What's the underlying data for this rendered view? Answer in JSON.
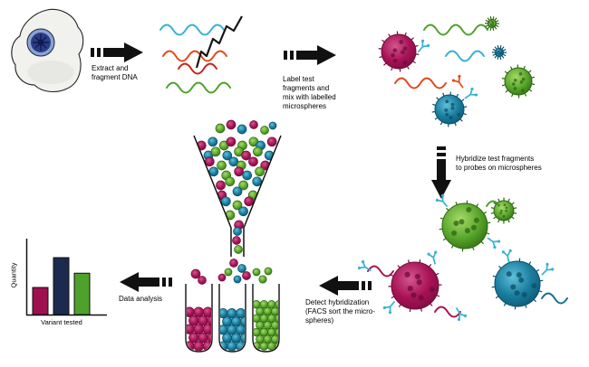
{
  "diagram": {
    "steps": {
      "extract": "Extract and fragment DNA",
      "label_mix": "Label test fragments and mix with labelled microspheres",
      "hybridize": "Hybridize test fragments to probes on microspheres",
      "detect": "Detect hybridization (FACS sort the micro-spheres)",
      "analysis": "Data analysis"
    }
  },
  "chart_data": {
    "type": "bar",
    "categories": [
      "",
      "",
      ""
    ],
    "values": [
      40,
      84,
      61
    ],
    "bar_colors": [
      "#9e1050",
      "#1c2b4d",
      "#4ea12b"
    ],
    "title": "",
    "xlabel": "Variant tested",
    "ylabel": "Quantity",
    "ylim": [
      0,
      100
    ],
    "grid": false,
    "legend": false
  },
  "colors": {
    "maroon": "#a81356",
    "green": "#4ea12b",
    "teal": "#14708e",
    "navy": "#1c2b4d",
    "orange": "#e2471c",
    "cyan": "#35b1d4",
    "outline": "#111111"
  }
}
